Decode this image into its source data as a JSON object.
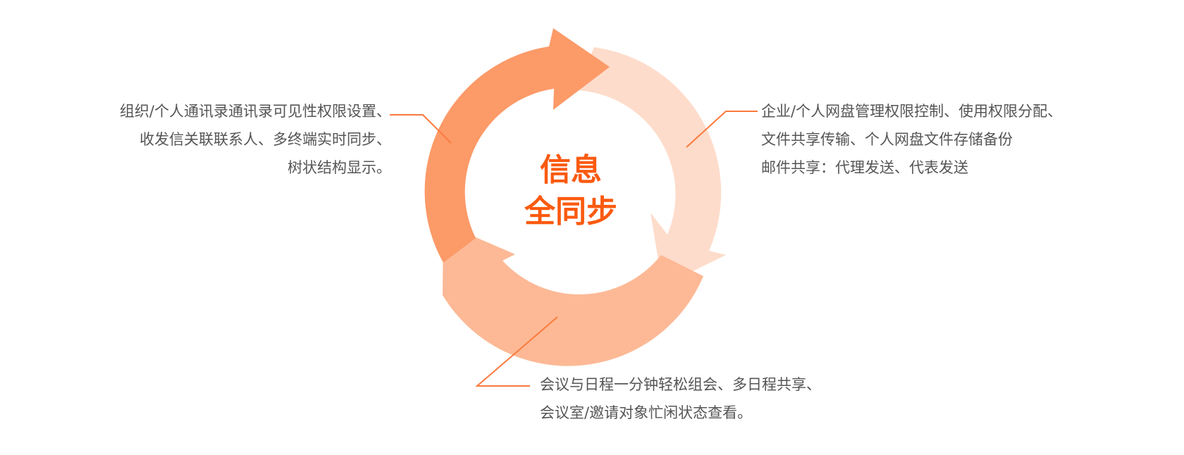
{
  "center": {
    "line1": "信息",
    "line2": "全同步"
  },
  "descriptions": {
    "left": [
      "组织/个人通讯录通讯录可见性权限设置、",
      "收发信关联联系人、多终端实时同步、",
      "树状结构显示。"
    ],
    "right": [
      "企业/个人网盘管理权限控制、使用权限分配、",
      "文件共享传输、个人网盘文件存储备份",
      "邮件共享：代理发送、代表发送"
    ],
    "bottom": [
      "会议与日程一分钟轻松组会、多日程共享、",
      "会议室/邀请对象忙闲状态查看。"
    ]
  },
  "colors": {
    "arrow_top_left": "#fc9a68",
    "arrow_right": "#fedccb",
    "arrow_bottom": "#fdb996",
    "leader_line": "#fb7a3e",
    "title": "#fb5a10",
    "text": "#555555"
  }
}
